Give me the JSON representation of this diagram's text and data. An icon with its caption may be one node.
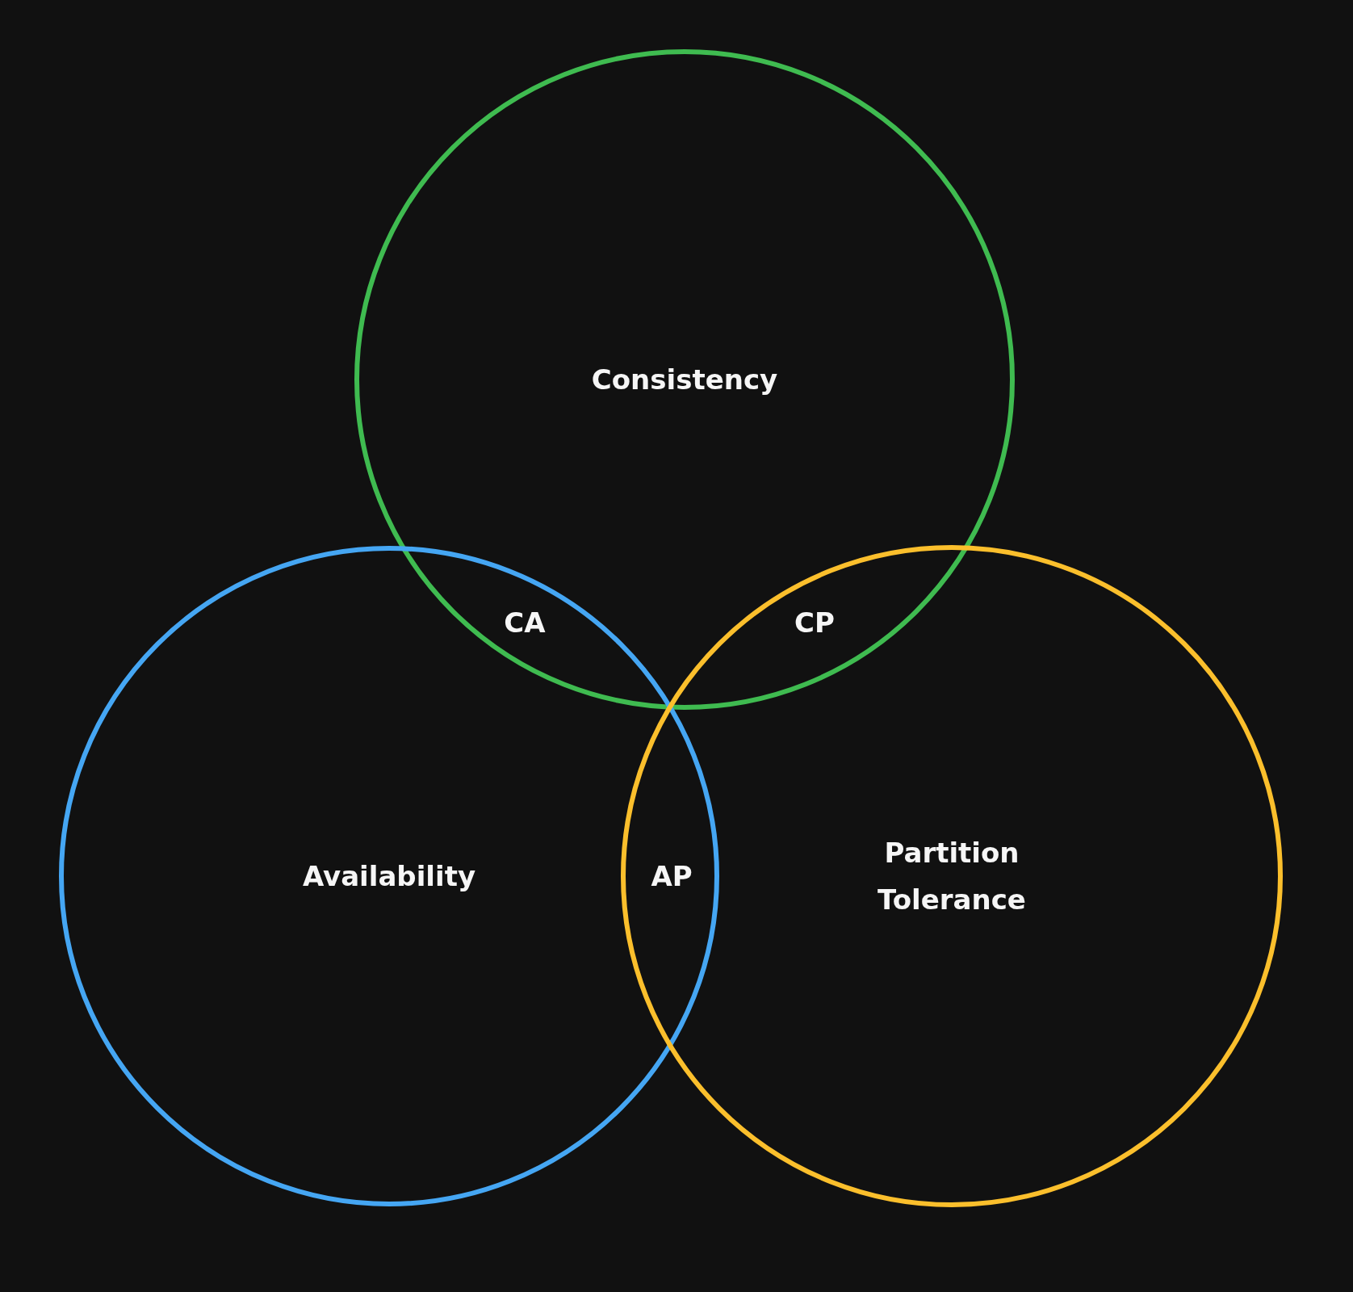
{
  "diagram": {
    "nodes": [
      {
        "text": [
          "Consistency"
        ]
      },
      {
        "text": [
          "Availability"
        ]
      },
      {
        "text": [
          "Partition Tolerance"
        ]
      }
    ],
    "labels": [
      "CA",
      "CP",
      "AP"
    ]
  }
}
